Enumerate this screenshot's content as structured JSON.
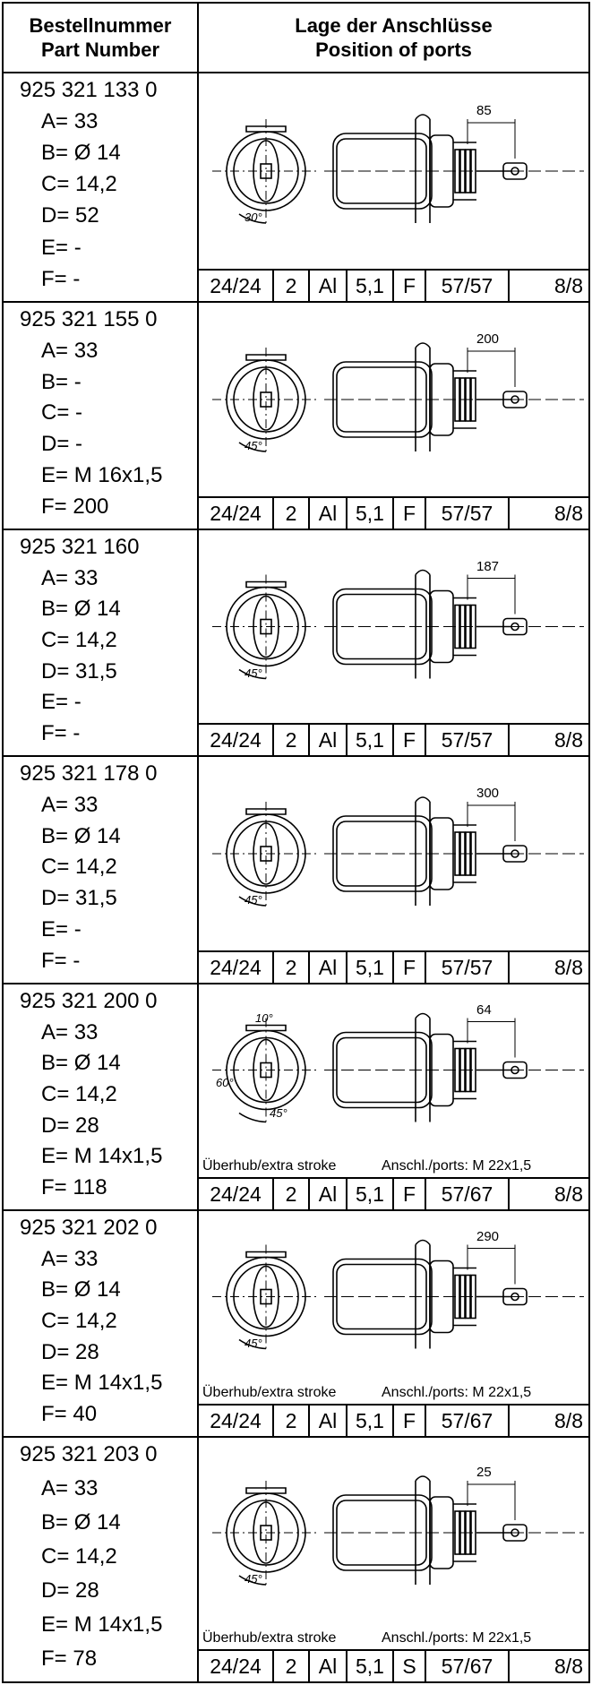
{
  "header": {
    "col1_line1": "Bestellnummer",
    "col1_line2": "Part Number",
    "col2_line1": "Lage der Anschlüsse",
    "col2_line2": "Position of ports"
  },
  "rows": [
    {
      "part_number": "925 321 133 0",
      "specs": [
        "A= 33",
        "B= Ø 14",
        "C= 14,2",
        "D= 52",
        "E= -",
        "F= -"
      ],
      "dimension": "85",
      "angles": [
        "30°"
      ],
      "note": null,
      "strip": [
        "24/24",
        "2",
        "Al",
        "5,1",
        "F",
        "57/57",
        "8/8"
      ]
    },
    {
      "part_number": "925 321 155 0",
      "specs": [
        "A= 33",
        "B= -",
        "C= -",
        "D= -",
        "E= M 16x1,5",
        "F= 200"
      ],
      "dimension": "200",
      "angles": [
        "45°"
      ],
      "note": null,
      "strip": [
        "24/24",
        "2",
        "Al",
        "5,1",
        "F",
        "57/57",
        "8/8"
      ]
    },
    {
      "part_number": "925 321 160",
      "specs": [
        "A= 33",
        "B= Ø 14",
        "C= 14,2",
        "D= 31,5",
        "E= -",
        "F= -"
      ],
      "dimension": "187",
      "angles": [
        "45°"
      ],
      "note": null,
      "strip": [
        "24/24",
        "2",
        "Al",
        "5,1",
        "F",
        "57/57",
        "8/8"
      ]
    },
    {
      "part_number": "925 321 178 0",
      "specs": [
        "A= 33",
        "B= Ø 14",
        "C= 14,2",
        "D= 31,5",
        "E= -",
        "F= -"
      ],
      "dimension": "300",
      "angles": [
        "45°"
      ],
      "note": null,
      "strip": [
        "24/24",
        "2",
        "Al",
        "5,1",
        "F",
        "57/57",
        "8/8"
      ]
    },
    {
      "part_number": "925 321 200 0",
      "specs": [
        "A= 33",
        "B= Ø 14",
        "C= 14,2",
        "D= 28",
        "E= M 14x1,5",
        "F= 118"
      ],
      "dimension": "64",
      "angles": [
        "10°",
        "60°",
        "45°"
      ],
      "note": [
        "Überhub/extra stroke",
        "Anschl./ports: M 22x1,5"
      ],
      "strip": [
        "24/24",
        "2",
        "Al",
        "5,1",
        "F",
        "57/67",
        "8/8"
      ]
    },
    {
      "part_number": "925 321 202 0",
      "specs": [
        "A= 33",
        "B= Ø 14",
        "C= 14,2",
        "D= 28",
        "E= M 14x1,5",
        "F= 40"
      ],
      "dimension": "290",
      "angles": [
        "45°"
      ],
      "note": [
        "Überhub/extra stroke",
        "Anschl./ports: M 22x1,5"
      ],
      "strip": [
        "24/24",
        "2",
        "Al",
        "5,1",
        "F",
        "57/67",
        "8/8"
      ]
    },
    {
      "part_number": "925 321 203 0",
      "specs": [
        "A= 33",
        "B= Ø 14",
        "C= 14,2",
        "D= 28",
        "E= M 14x1,5",
        "F= 78"
      ],
      "dimension": "25",
      "angles": [
        "45°"
      ],
      "note": [
        "Überhub/extra stroke",
        "Anschl./ports: M 22x1,5"
      ],
      "strip": [
        "24/24",
        "2",
        "Al",
        "5,1",
        "S",
        "57/67",
        "8/8"
      ]
    }
  ]
}
